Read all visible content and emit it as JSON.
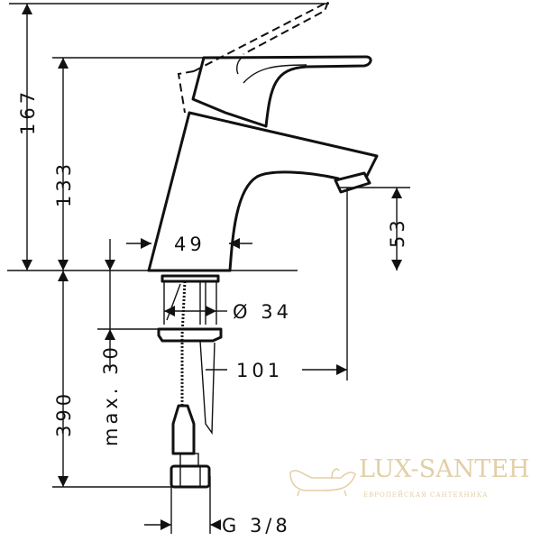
{
  "dimensions": {
    "total_height": "167",
    "spout_height": "133",
    "aerator_height": "53",
    "base_width": "49",
    "hole_diameter": "Ø 34",
    "projection": "101",
    "hose_length": "390",
    "max_deck_thickness": "max. 30",
    "connection": "G 3/8"
  },
  "watermark": {
    "brand": "LUX-SANTEH",
    "tagline": "ЕВРОПЕЙСКАЯ САНТЕХНИКА"
  }
}
